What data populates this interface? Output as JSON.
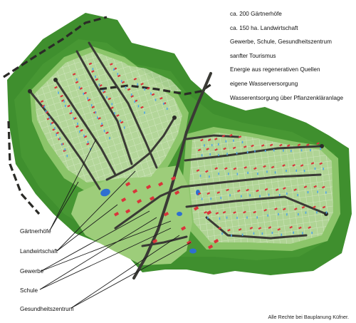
{
  "facts": [
    "ca. 200 Gärtnerhöfe",
    "ca. 150 ha. Landwirtschaft",
    "Gewerbe, Schule, Gesundheitszentrum",
    "sanfter Tourismus",
    "Energie aus regenerativen Quellen",
    "eigene Wasserversorgung",
    "Wasserentsorgung über Pflanzenkläranlage"
  ],
  "labels": {
    "gaertnerhoefe": "Gärtnerhöfe",
    "landwirtschaft": "Landwirtschaft",
    "gewerbe": "Gewerbe",
    "schule": "Schule",
    "gesundheitszentrum": "Gesundheitszentrum"
  },
  "credit": "Alle Rechte bei Bauplanung Küfner.",
  "colors": {
    "forest": "#3f8f2e",
    "meadow": "#8cc56a",
    "plots": "#b9d9a0",
    "road": "#3a3a35",
    "house": "#d9343a",
    "water": "#2f6fd0"
  }
}
